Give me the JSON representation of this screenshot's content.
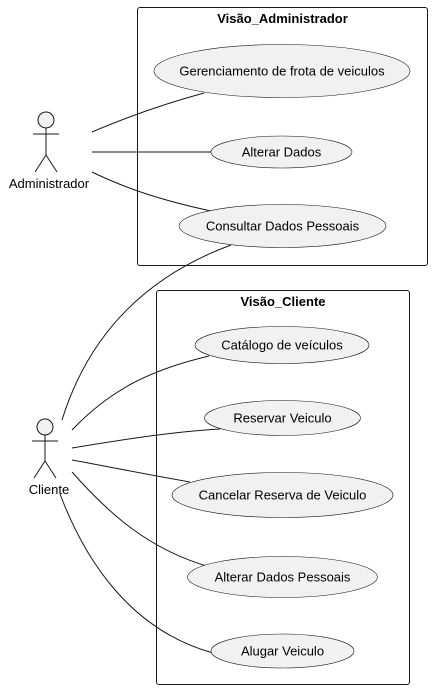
{
  "packages": {
    "admin": {
      "title": "Visão_Administrador"
    },
    "client": {
      "title": "Visão_Cliente"
    }
  },
  "actors": {
    "admin": {
      "label": "Administrador"
    },
    "client": {
      "label": "Cliente"
    }
  },
  "use_cases": {
    "fleet": "Gerenciamento de frota de veiculos",
    "alter_data": "Alterar Dados",
    "consult": "Consultar Dados Pessoais",
    "catalog": "Catálogo de veículos",
    "reserve": "Reservar Veiculo",
    "cancel": "Cancelar Reserva de Veiculo",
    "alter_personal": "Alterar Dados Pessoais",
    "rent": "Alugar Veiculo"
  }
}
